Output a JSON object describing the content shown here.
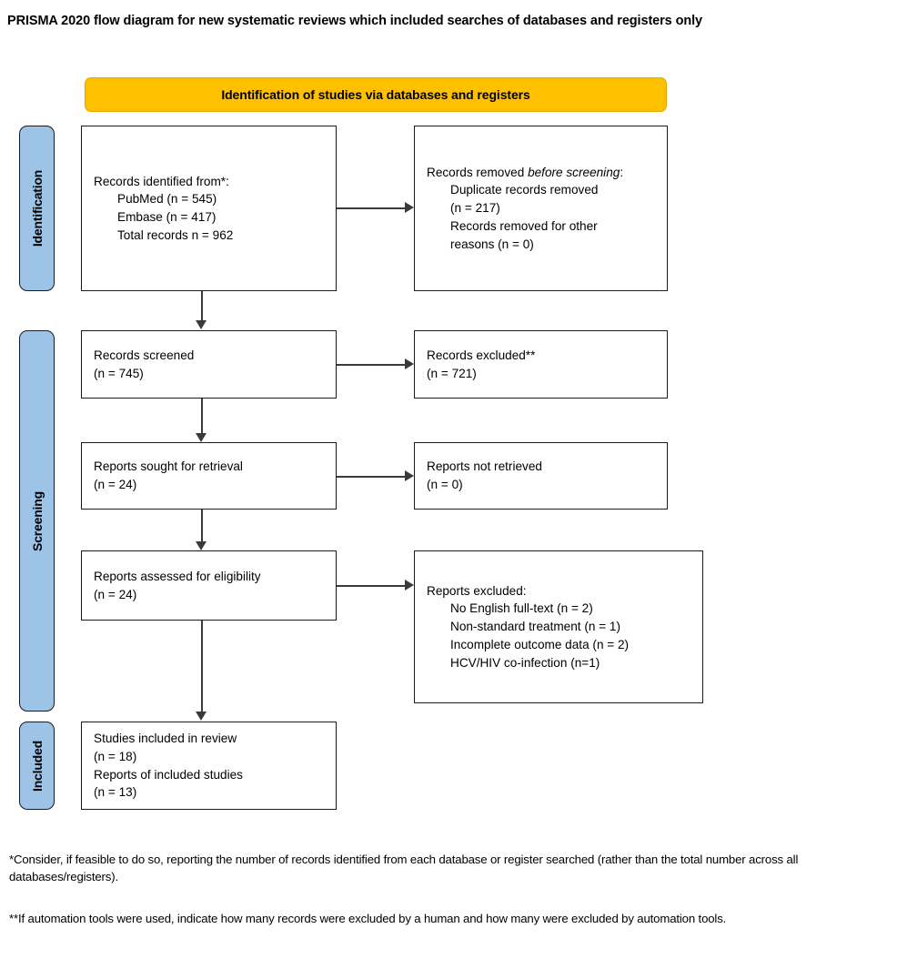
{
  "page": {
    "title": "PRISMA 2020 flow diagram for new systematic reviews which included searches of databases and registers only"
  },
  "colors": {
    "banner": "#FFC000",
    "stage_bar": "#9DC3E6",
    "box_border": "#1a1a1a",
    "connector": "#3a3a3a",
    "background": "#ffffff"
  },
  "stages": [
    {
      "label": "Identification"
    },
    {
      "label": "Screening"
    },
    {
      "label": "Included"
    }
  ],
  "banner": {
    "label": "Identification of studies via databases and registers"
  },
  "boxes": {
    "records_identified": {
      "lines": [
        "Records identified from*:",
        "PubMed (n = 545)",
        "Embase (n = 417)",
        "Total records n = 962"
      ]
    },
    "records_removed": {
      "heading_prefix": "Records removed ",
      "heading_italic": "before screening",
      "heading_suffix": ":",
      "lines": [
        "Duplicate records removed",
        "(n = 217)",
        "Records removed for other",
        "reasons (n = 0)"
      ]
    },
    "records_screened": {
      "lines": [
        "Records screened",
        "(n = 745)"
      ]
    },
    "records_excluded": {
      "lines": [
        "Records excluded**",
        "(n = 721)"
      ]
    },
    "reports_sought": {
      "lines": [
        "Reports sought for retrieval",
        "(n = 24)"
      ]
    },
    "reports_not_retrieved": {
      "lines": [
        "Reports not retrieved",
        "(n = 0)"
      ]
    },
    "reports_assessed": {
      "lines": [
        "Reports assessed for eligibility",
        "(n = 24)"
      ]
    },
    "reports_excluded": {
      "heading": "Reports excluded:",
      "lines": [
        "No English full-text (n = 2)",
        "Non-standard treatment (n = 1)",
        "Incomplete outcome data (n = 2)",
        "HCV/HIV co-infection (n=1)"
      ]
    },
    "studies_included": {
      "lines": [
        "Studies included in review",
        "(n = 18)",
        "Reports of included studies",
        "(n = 13)"
      ]
    }
  },
  "footnotes": [
    "*Consider, if feasible to do so, reporting the number of records identified from each database or register searched (rather than the total number across all databases/registers).",
    "**If automation tools were used, indicate how many records were excluded by a human and how many were excluded by automation tools."
  ],
  "chart_data": {
    "type": "diagram",
    "flow": "PRISMA 2020",
    "nodes": [
      {
        "id": "identified",
        "n_pubmed": 545,
        "n_embase": 417,
        "n_total": 962
      },
      {
        "id": "removed_before_screening",
        "duplicates": 217,
        "other_reasons": 0
      },
      {
        "id": "screened",
        "n": 745
      },
      {
        "id": "excluded",
        "n": 721
      },
      {
        "id": "sought_for_retrieval",
        "n": 24
      },
      {
        "id": "not_retrieved",
        "n": 0
      },
      {
        "id": "assessed_for_eligibility",
        "n": 24
      },
      {
        "id": "reports_excluded",
        "no_english_fulltext": 2,
        "non_standard_treatment": 1,
        "incomplete_outcome_data": 2,
        "hcv_hiv_coinfection": 1
      },
      {
        "id": "studies_included",
        "studies": 18,
        "reports": 13
      }
    ]
  }
}
